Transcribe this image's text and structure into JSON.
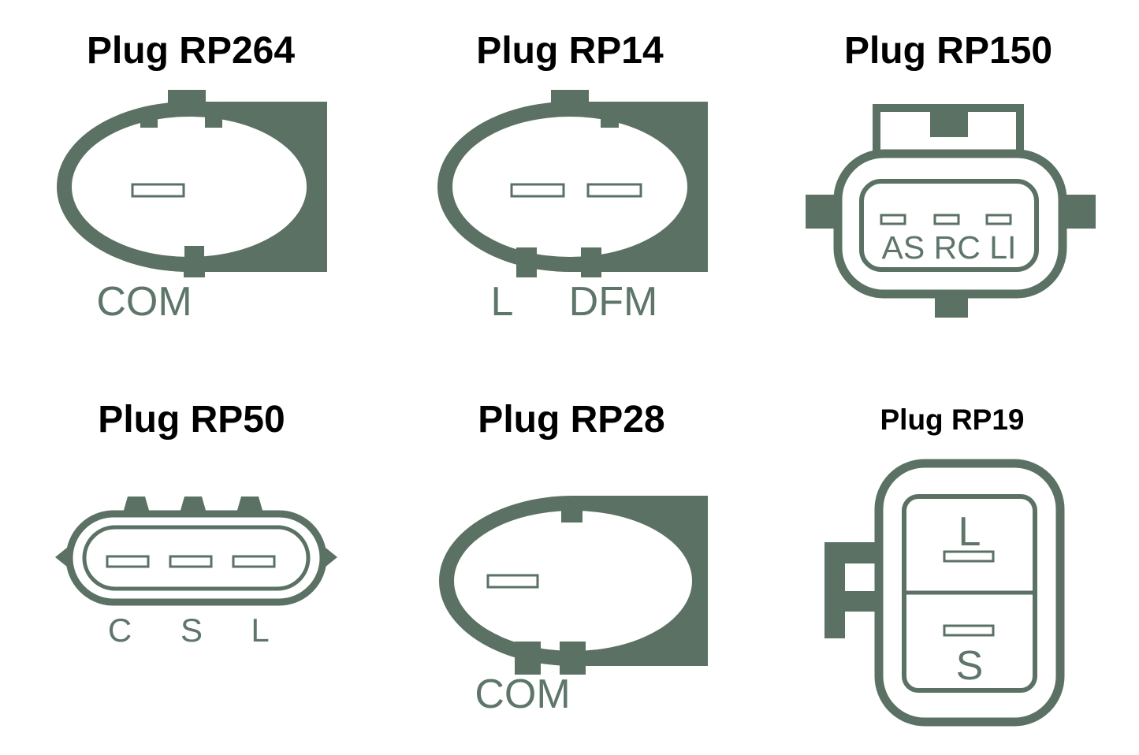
{
  "palette": {
    "ink": "#5a7164",
    "label": "#5d7669",
    "title": "#000000",
    "bg": "#ffffff"
  },
  "figures": [
    {
      "id": "rp264",
      "title": "Plug RP264",
      "labels": {
        "main": "COM"
      }
    },
    {
      "id": "rp14",
      "title": "Plug RP14",
      "labels": {
        "left": "L",
        "right": "DFM"
      }
    },
    {
      "id": "rp150",
      "title": "Plug RP150",
      "labels": {
        "pins": "AS RC LI"
      }
    },
    {
      "id": "rp50",
      "title": "Plug RP50",
      "labels": {
        "pin1": "C",
        "pin2": "S",
        "pin3": "L"
      }
    },
    {
      "id": "rp28",
      "title": "Plug RP28",
      "labels": {
        "main": "COM"
      }
    },
    {
      "id": "rp19",
      "title": "Plug RP19",
      "labels": {
        "top": "L",
        "bottom": "S"
      }
    }
  ]
}
